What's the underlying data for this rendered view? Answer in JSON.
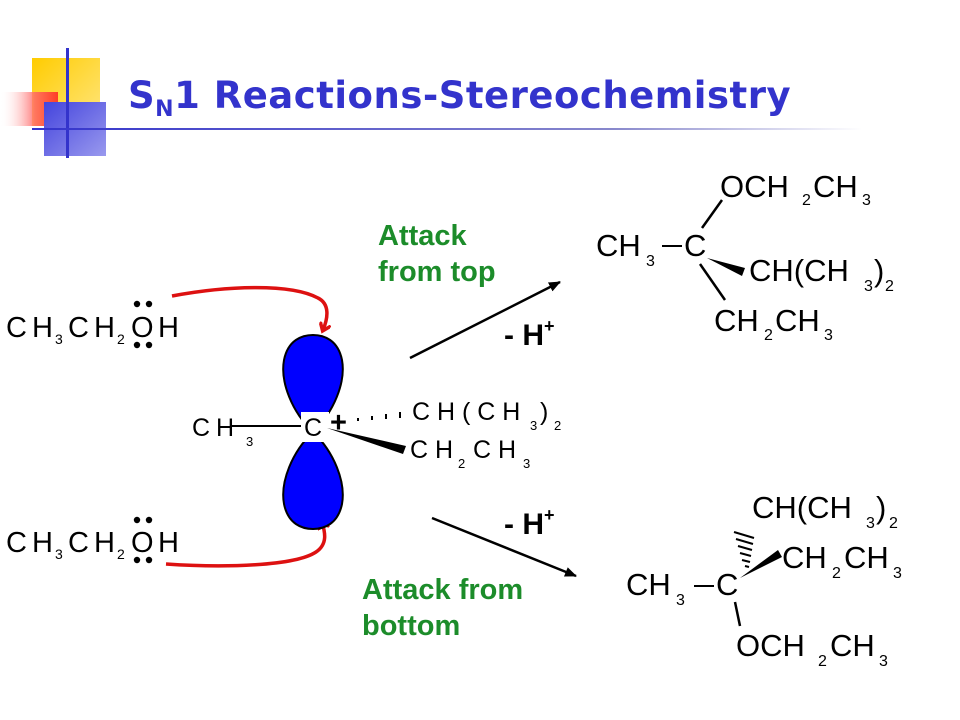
{
  "title": {
    "prefix": "S",
    "subscript": "N",
    "rest": "1 Reactions-Stereochemistry"
  },
  "labels": {
    "attack_top_line1": "Attack",
    "attack_top_line2": "from top",
    "attack_bottom_line1": "Attack from",
    "attack_bottom_line2": "bottom",
    "minus_h": "- H",
    "plus": "+"
  },
  "colors": {
    "title": "#3333cc",
    "label": "#1c8c2a",
    "orbital": "#0000ff",
    "curved_arrow": "#dd1111",
    "deco_yellow": "#ffcc00",
    "deco_blue": "#3333cc",
    "deco_red": "#ff3333"
  }
}
